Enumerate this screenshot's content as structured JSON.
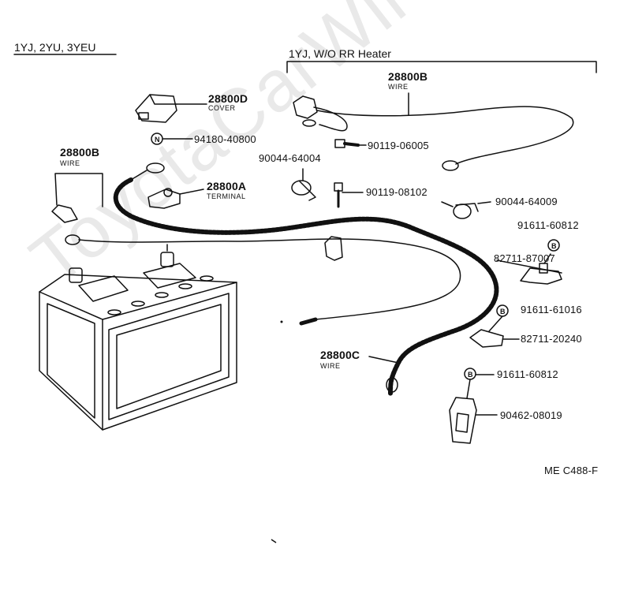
{
  "header": {
    "engine_models": "1YJ, 2YU, 3YEU",
    "variant_note": "1YJ, W/O RR Heater"
  },
  "watermark": "ToyotaCarWire.ru",
  "parts": {
    "p28800b_top": {
      "number": "28800B",
      "desc": "WIRE"
    },
    "p28800d": {
      "number": "28800D",
      "desc": "COVER"
    },
    "p94180": {
      "number": "94180-40800",
      "symbol": "N"
    },
    "p90119_06005": {
      "number": "90119-06005"
    },
    "p90044_64004": {
      "number": "90044-64004"
    },
    "p28800b_left": {
      "number": "28800B",
      "desc": "WIRE"
    },
    "p28800a": {
      "number": "28800A",
      "desc": "TERMINAL"
    },
    "p90119_08102": {
      "number": "90119-08102"
    },
    "p90044_64009": {
      "number": "90044-64009"
    },
    "p91611_60812_a": {
      "number": "91611-60812",
      "symbol": "B"
    },
    "p82711_87007": {
      "number": "82711-87007"
    },
    "p91611_61016": {
      "number": "91611-61016",
      "symbol": "B"
    },
    "p82711_20240": {
      "number": "82711-20240"
    },
    "p28800c": {
      "number": "28800C",
      "desc": "WIRE"
    },
    "p91611_60812_b": {
      "number": "91611-60812",
      "symbol": "B"
    },
    "p90462_08019": {
      "number": "90462-08019"
    }
  },
  "figure_code": "ME C488-F"
}
